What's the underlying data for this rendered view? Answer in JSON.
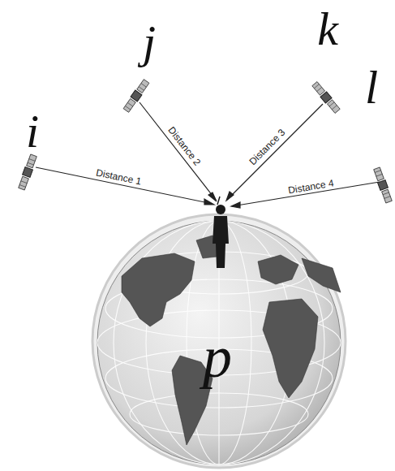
{
  "diagram": {
    "labels": [
      "i",
      "j",
      "k",
      "l",
      "Distance 1",
      "Distance 2",
      "Distance 3",
      "Distance 4",
      "p"
    ]
  }
}
